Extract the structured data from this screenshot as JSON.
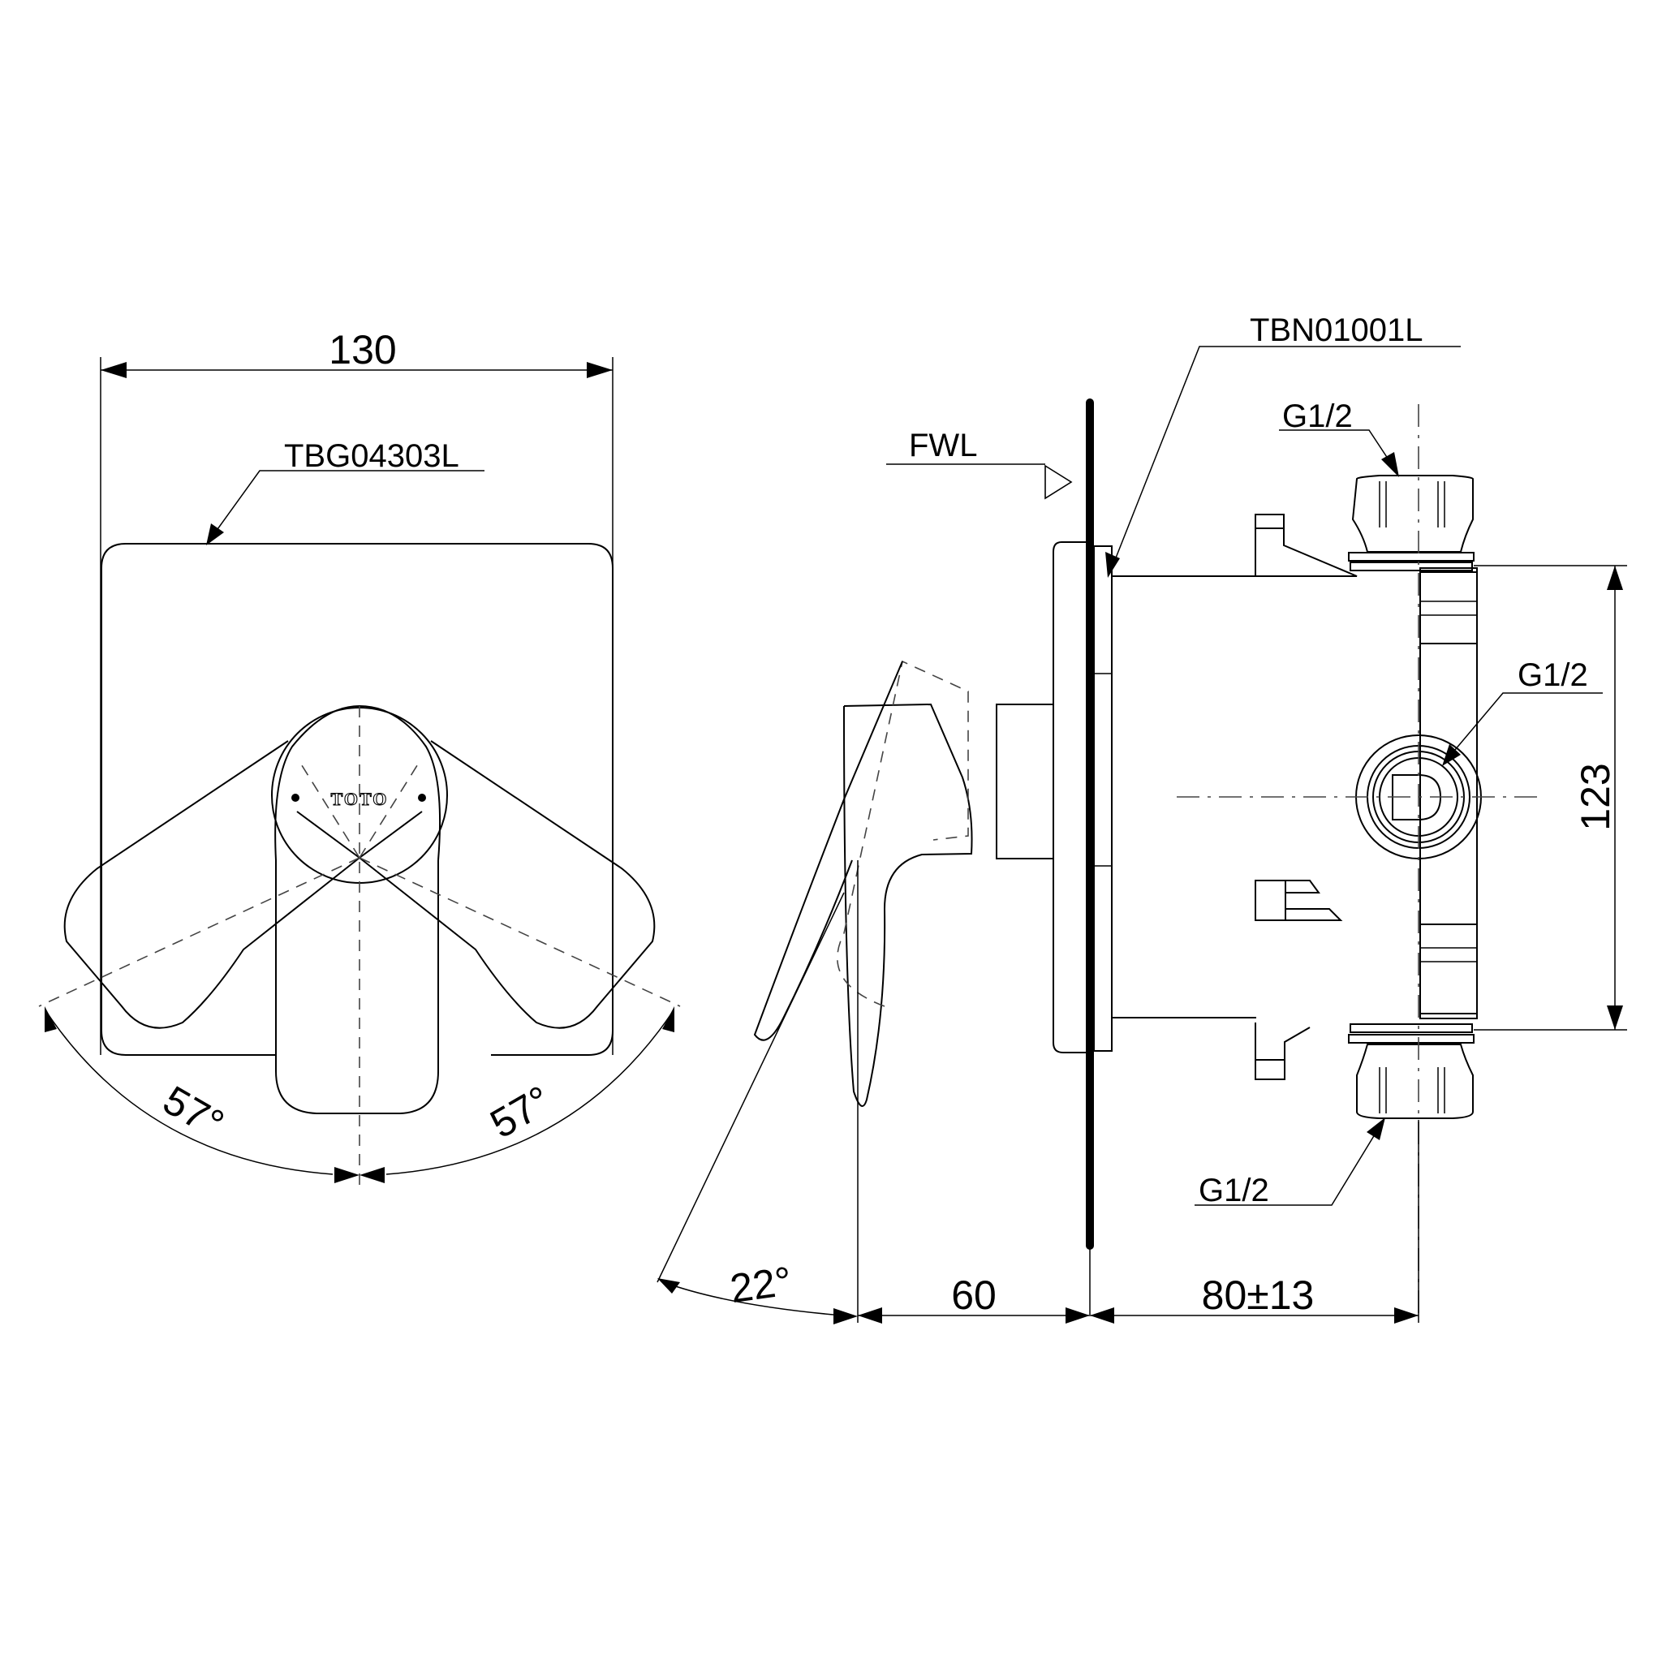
{
  "drawing": {
    "stroke_color": "#000000",
    "background": "#ffffff"
  },
  "front_view": {
    "width_dimension": "130",
    "cover_plate_part_no": "TBG04303L",
    "brand_logo": "TOTO",
    "rotation_left_angle": "57°",
    "rotation_right_angle": "57°"
  },
  "side_view": {
    "wall_level_label": "FWL",
    "valve_body_part_no": "TBN01001L",
    "top_inlet_thread": "G1/2",
    "side_outlet_thread": "G1/2",
    "bottom_inlet_thread": "G1/2",
    "handle_tilt_angle": "22°",
    "projection_dimension": "60",
    "embed_depth_dimension": "80±13",
    "inlet_spacing_dimension": "123"
  }
}
